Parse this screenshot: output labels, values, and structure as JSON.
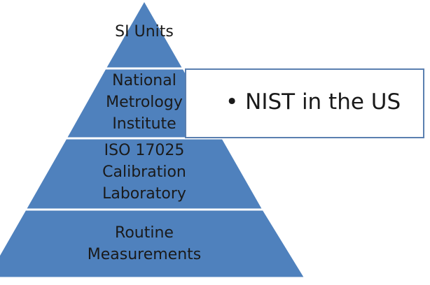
{
  "colors": {
    "tier_fill": "#4f81bd",
    "tier_stroke": "#ffffff",
    "callout_border": "#5a7fb0",
    "text": "#1a1a1a"
  },
  "pyramid": {
    "tiers": [
      {
        "lines": [
          "SI Units"
        ]
      },
      {
        "lines": [
          "National",
          "Metrology",
          "Institute"
        ]
      },
      {
        "lines": [
          "ISO 17025",
          "Calibration",
          "Laboratory"
        ]
      },
      {
        "lines": [
          "Routine",
          "Measurements"
        ]
      }
    ]
  },
  "callout": {
    "text": "• NIST in the US"
  }
}
